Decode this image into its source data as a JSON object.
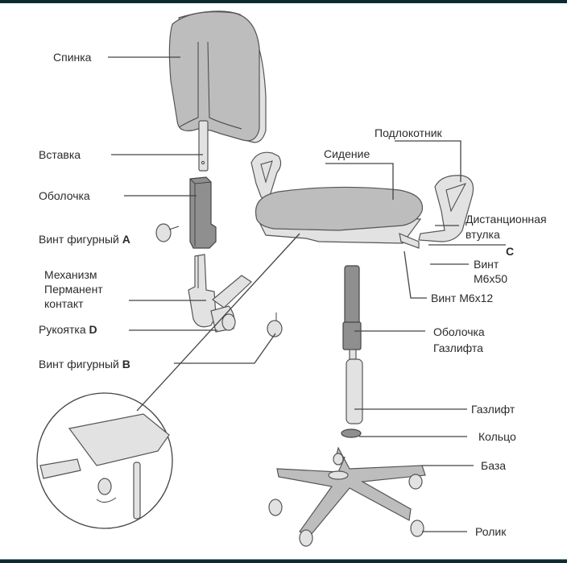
{
  "diagram": {
    "title": "Office chair exploded assembly diagram",
    "labels": {
      "backrest": "Спинка",
      "insert": "Вставка",
      "shell": "Оболочка",
      "screw_a_text": "Винт фигурный",
      "screw_a_letter": "A",
      "mechanism_line1": "Механизм",
      "mechanism_line2": "Перманент",
      "mechanism_line3": "контакт",
      "handle_text": "Рукоятка",
      "handle_letter": "D",
      "screw_b_text": "Винт фигурный",
      "screw_b_letter": "B",
      "armrest": "Подлокотник",
      "seat": "Сидение",
      "spacer_line1": "Дистанционная",
      "spacer_line2": "втулка",
      "c_letter": "C",
      "screw_m6x50_line1": "Винт",
      "screw_m6x50_line2": "М6х50",
      "screw_m6x12": "Винт М6х12",
      "gaslift_shell_line1": "Оболочка",
      "gaslift_shell_line2": "Газлифта",
      "gaslift": "Газлифт",
      "ring": "Кольцо",
      "base": "База",
      "caster": "Ролик"
    },
    "colors": {
      "frame_bar": "#0d2b2e",
      "part_fill": "#bdbdbd",
      "part_light": "#e2e2e2",
      "line": "#444444"
    }
  }
}
